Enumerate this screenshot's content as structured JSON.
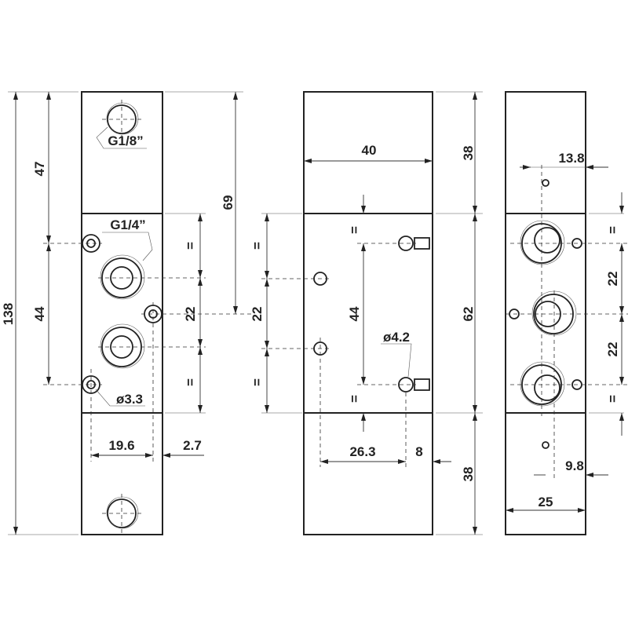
{
  "front_view": {
    "overall_height": "138",
    "upper_offset": "47",
    "mount_spacing": "44",
    "center_height": "69",
    "equal_top": "=",
    "port_pitch": "22",
    "equal_bottom": "=",
    "mount_x_spacing": "19.6",
    "edge_offset": "2.7",
    "pilot_thread": "G1/8”",
    "port_thread": "G1/4”",
    "mount_hole_dia": "ø3.3"
  },
  "side_view": {
    "width": "40",
    "end_cap_top": "38",
    "body_length": "62",
    "end_cap_bottom": "38",
    "left_pitch": "22",
    "left_equal_top": "=",
    "left_equal_bottom": "=",
    "hole_spacing": "44",
    "inner_equal_top": "=",
    "inner_equal_bottom": "=",
    "hole_dia": "ø4.2",
    "hole_offset": "26.3",
    "hole_edge": "8"
  },
  "end_view": {
    "top_offset": "13.8",
    "bottom_offset": "9.8",
    "width": "25",
    "equal_top": "=",
    "pitch_upper": "22",
    "pitch_lower": "22",
    "equal_bottom": "="
  }
}
